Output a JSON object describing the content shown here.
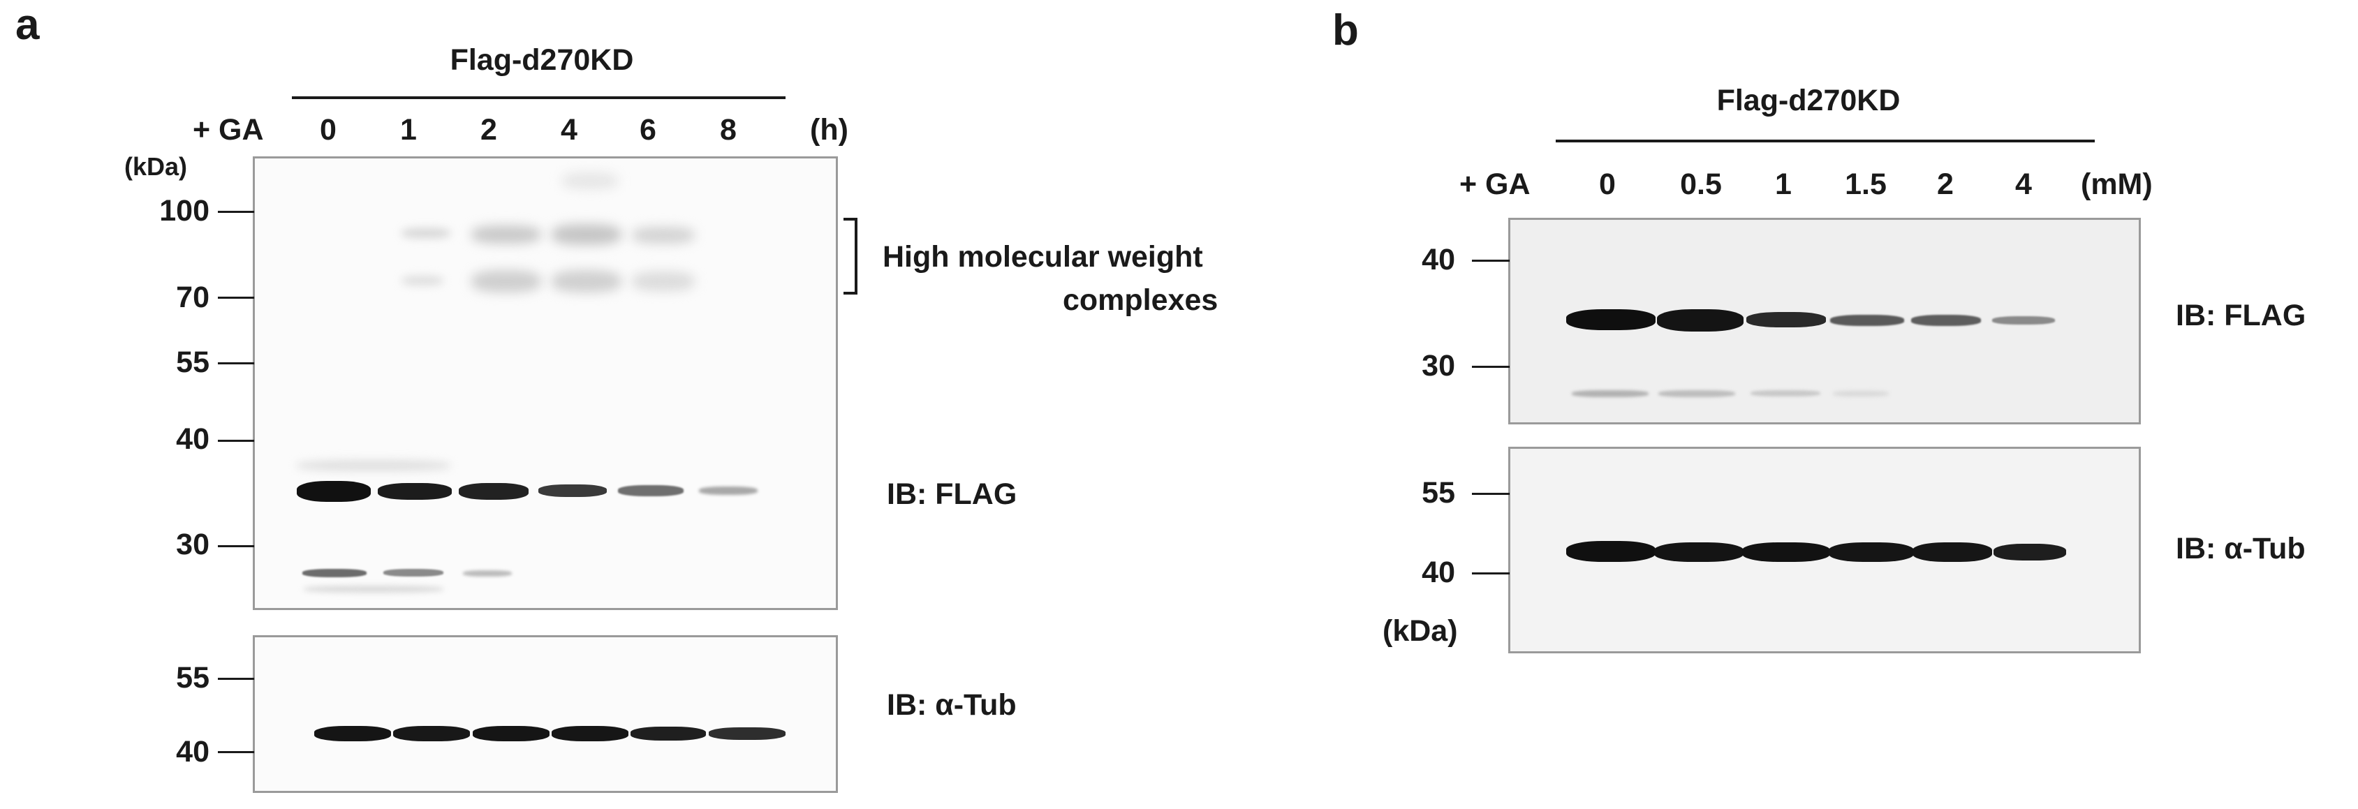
{
  "panel_a": {
    "letter": "a",
    "construct": "Flag-d270KD",
    "treatment": "+ GA",
    "lanes": [
      "0",
      "1",
      "2",
      "4",
      "6",
      "8"
    ],
    "unit": "(h)",
    "kda": "(kDa)",
    "markers_flag": [
      "100",
      "70",
      "55",
      "40",
      "30"
    ],
    "markers_tub": [
      "55",
      "40"
    ],
    "hmw_label_line1": "High molecular weight",
    "hmw_label_line2": "complexes",
    "ib_flag": "IB: FLAG",
    "ib_tub": "IB: α-Tub"
  },
  "panel_b": {
    "letter": "b",
    "construct": "Flag-d270KD",
    "treatment": "+ GA",
    "lanes": [
      "0",
      "0.5",
      "1",
      "1.5",
      "2",
      "4"
    ],
    "unit": "(mM)",
    "kda": "(kDa)",
    "markers_flag": [
      "40",
      "30"
    ],
    "markers_tub": [
      "55",
      "40"
    ],
    "ib_flag": "IB: FLAG",
    "ib_tub": "IB: α-Tub"
  }
}
